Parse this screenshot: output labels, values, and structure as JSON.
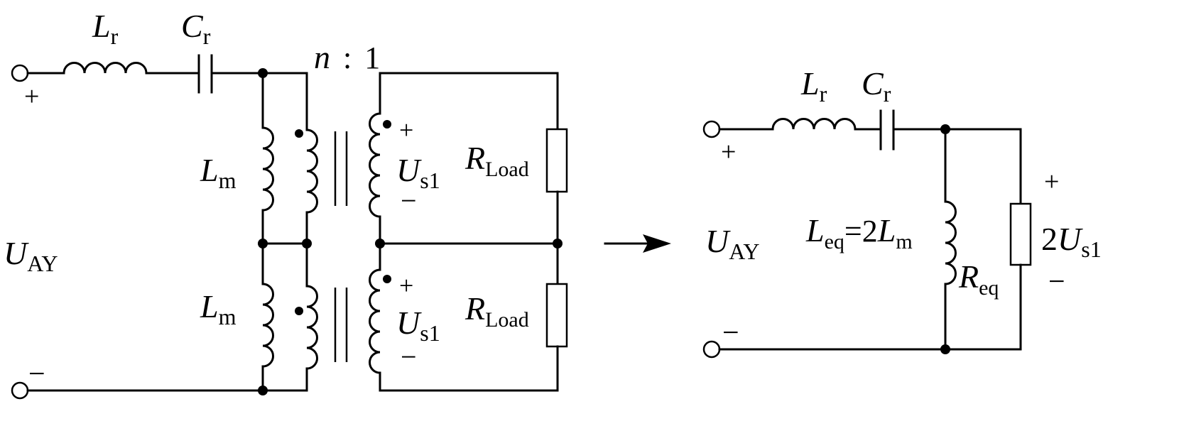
{
  "left_circuit": {
    "input": {
      "symbol": "U",
      "subscript": "AY",
      "plus": "+",
      "minus": "−"
    },
    "resonant_inductor": {
      "symbol": "L",
      "subscript": "r"
    },
    "resonant_capacitor": {
      "symbol": "C",
      "subscript": "r"
    },
    "turns_ratio": {
      "n": "n",
      "colon": ":",
      "one": "1"
    },
    "magnetizing_inductors": [
      {
        "symbol": "L",
        "subscript": "m"
      },
      {
        "symbol": "L",
        "subscript": "m"
      }
    ],
    "secondary_voltages": [
      {
        "symbol": "U",
        "subscript": "s1",
        "plus": "+",
        "minus": "−"
      },
      {
        "symbol": "U",
        "subscript": "s1",
        "plus": "+",
        "minus": "−"
      }
    ],
    "loads": [
      {
        "symbol": "R",
        "subscript": "Load"
      },
      {
        "symbol": "R",
        "subscript": "Load"
      }
    ]
  },
  "right_circuit": {
    "input": {
      "symbol": "U",
      "subscript": "AY",
      "plus": "+",
      "minus": "−"
    },
    "resonant_inductor": {
      "symbol": "L",
      "subscript": "r"
    },
    "resonant_capacitor": {
      "symbol": "C",
      "subscript": "r"
    },
    "equivalent_inductor": {
      "symbol": "L",
      "subscript": "eq",
      "equals": "=2",
      "symbol2": "L",
      "subscript2": "m"
    },
    "equivalent_resistor": {
      "symbol": "R",
      "subscript": "eq"
    },
    "output_voltage": {
      "coeff": "2",
      "symbol": "U",
      "subscript": "s1",
      "plus": "+",
      "minus": "−"
    }
  }
}
